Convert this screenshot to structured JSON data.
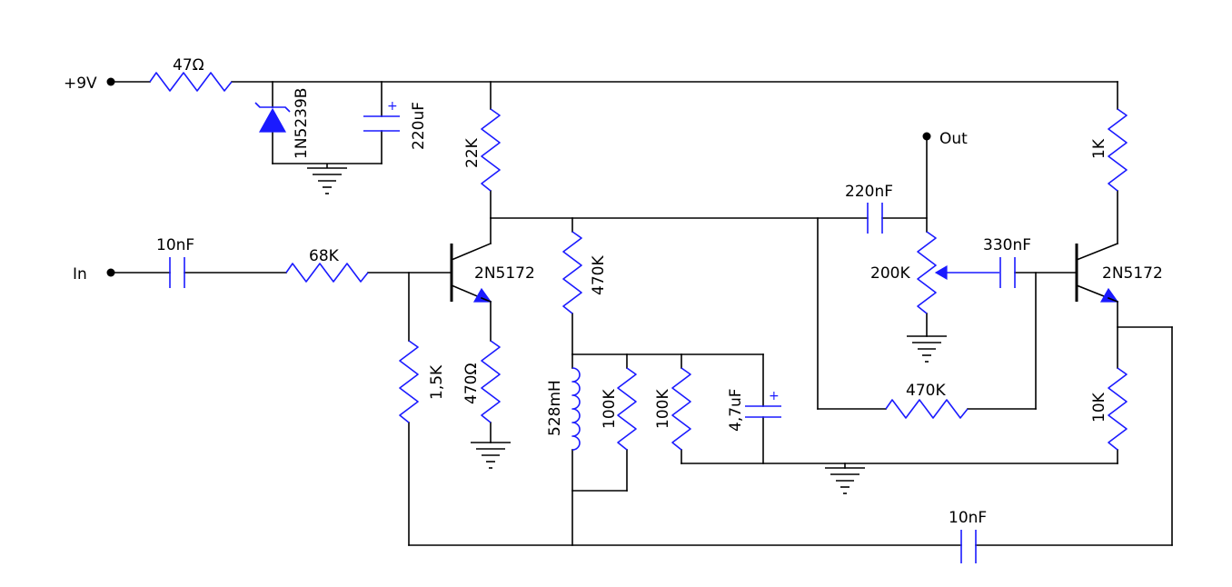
{
  "colors": {
    "wire": "#000000",
    "component": "#1a1aff",
    "background": "#ffffff"
  },
  "terminals": {
    "supply": "+9V",
    "input": "In",
    "output": "Out"
  },
  "components": {
    "r_supply": "47Ω",
    "zener": "1N5239B",
    "c_supply": "220uF",
    "r_collector1": "22K",
    "c_in": "10nF",
    "r_in": "68K",
    "q1": "2N5172",
    "r_base1": "1,5K",
    "r_emitter1": "470Ω",
    "r_470k_vert": "470K",
    "inductor": "528mH",
    "r_100k_a": "100K",
    "r_100k_b": "100K",
    "c_47uf": "4,7uF",
    "c_220nf": "220nF",
    "pot": "200K",
    "c_330nf": "330nF",
    "r_feedback": "470K",
    "r_collector2": "1K",
    "q2": "2N5172",
    "r_emitter2": "10K",
    "c_feedback": "10nF"
  },
  "polarity_mark": "+"
}
